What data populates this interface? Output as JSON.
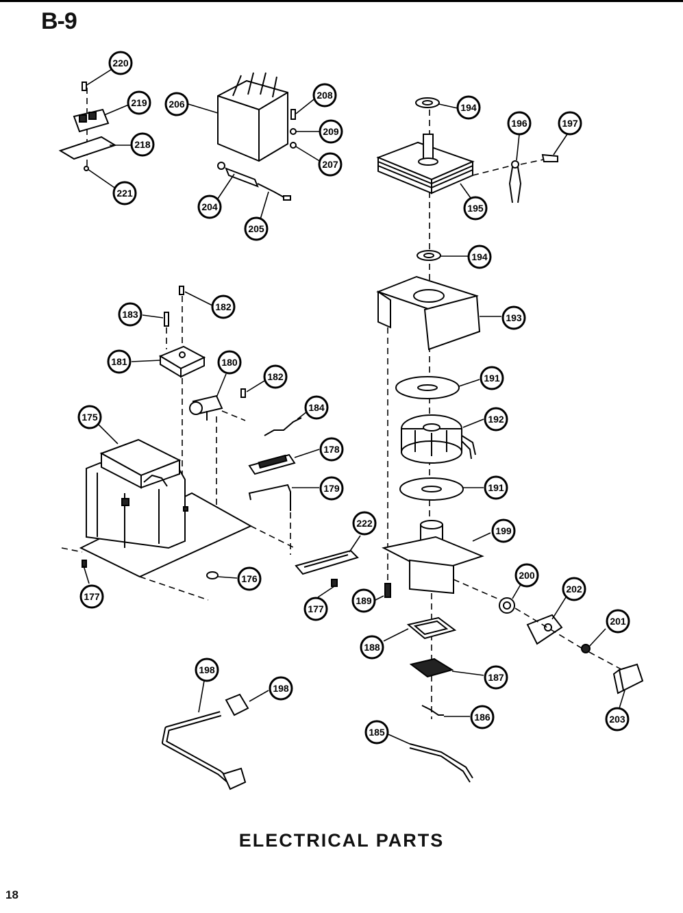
{
  "page": {
    "title": "B-9",
    "caption": "ELECTRICAL PARTS",
    "page_number": "18"
  },
  "callouts": [
    "220",
    "219",
    "218",
    "221",
    "206",
    "208",
    "209",
    "207",
    "204",
    "205",
    "194",
    "196",
    "197",
    "195",
    "194b",
    "193",
    "183",
    "182",
    "181",
    "180",
    "182b",
    "184",
    "178",
    "179",
    "175",
    "176",
    "177",
    "177b",
    "222",
    "191",
    "192",
    "191b",
    "199",
    "189",
    "200",
    "202",
    "201",
    "188",
    "187",
    "203",
    "198",
    "198b",
    "186",
    "185"
  ],
  "labels": {
    "c220": "220",
    "c219": "219",
    "c218": "218",
    "c221": "221",
    "c206": "206",
    "c208": "208",
    "c209": "209",
    "c207": "207",
    "c204": "204",
    "c205": "205",
    "c194a": "194",
    "c196": "196",
    "c197": "197",
    "c195": "195",
    "c194b": "194",
    "c193": "193",
    "c183": "183",
    "c182a": "182",
    "c181": "181",
    "c180": "180",
    "c182b": "182",
    "c184": "184",
    "c178": "178",
    "c179": "179",
    "c175": "175",
    "c176": "176",
    "c177a": "177",
    "c177b": "177",
    "c222": "222",
    "c191a": "191",
    "c192": "192",
    "c191b": "191",
    "c199": "199",
    "c189": "189",
    "c200": "200",
    "c202": "202",
    "c201": "201",
    "c188": "188",
    "c187": "187",
    "c203": "203",
    "c198a": "198",
    "c198b": "198",
    "c186": "186",
    "c185": "185"
  }
}
